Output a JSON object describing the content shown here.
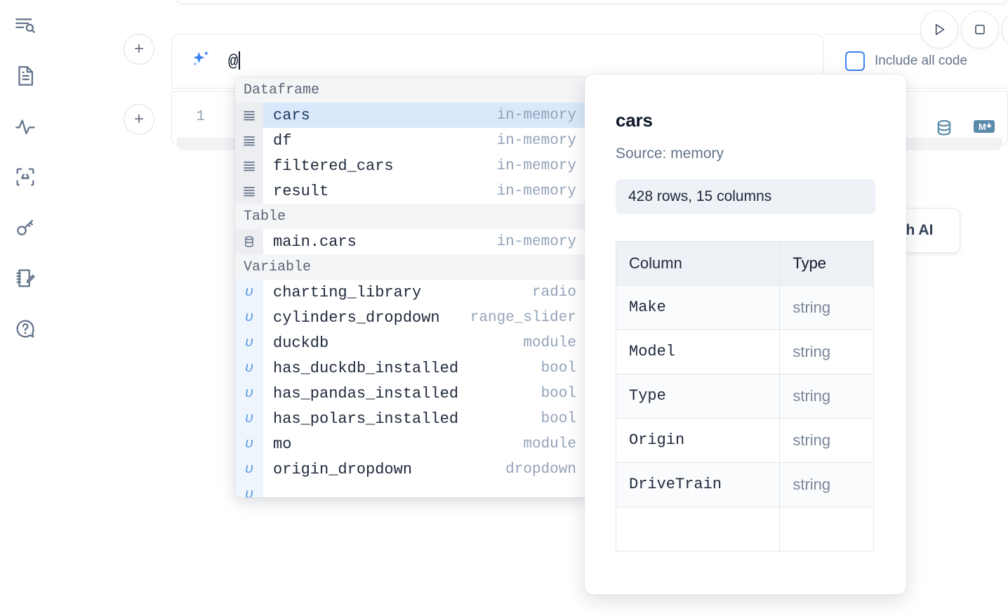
{
  "sidebar": {
    "items": [
      {
        "name": "explore-search-icon",
        "label": "Explore"
      },
      {
        "name": "file-document-icon",
        "label": "Notebook"
      },
      {
        "name": "activity-pulse-icon",
        "label": "Activity"
      },
      {
        "name": "code-brackets-icon",
        "label": "Snippets"
      },
      {
        "name": "key-icon",
        "label": "Secrets"
      },
      {
        "name": "notebook-edit-icon",
        "label": "Scratchpad"
      },
      {
        "name": "help-question-icon",
        "label": "Help"
      }
    ]
  },
  "prompt_row": {
    "add_button_label": "+",
    "ai_icon": "sparkles-icon",
    "input_value": "@",
    "include_all_code_label": "Include all code",
    "include_all_code_checked": false,
    "run_icon": "play-icon",
    "stop_icon": "stop-icon",
    "more_icon": "more-icon"
  },
  "code_cell": {
    "line_number": "1",
    "database_icon": "database-icon",
    "markdown_icon": "markdown-icon"
  },
  "floating_button": {
    "label": "h AI"
  },
  "autocomplete": {
    "sections": [
      {
        "label": "Dataframe",
        "icon": "dataframe-icon",
        "kind": "dataframe",
        "items": [
          {
            "name": "cars",
            "type": "in-memory",
            "selected": true
          },
          {
            "name": "df",
            "type": "in-memory",
            "selected": false
          },
          {
            "name": "filtered_cars",
            "type": "in-memory",
            "selected": false
          },
          {
            "name": "result",
            "type": "in-memory",
            "selected": false
          }
        ]
      },
      {
        "label": "Table",
        "icon": "table-database-icon",
        "kind": "table",
        "items": [
          {
            "name": "main.cars",
            "type": "in-memory",
            "selected": false
          }
        ]
      },
      {
        "label": "Variable",
        "icon": "variable-icon",
        "kind": "variable",
        "items": [
          {
            "name": "charting_library",
            "type": "radio",
            "selected": false
          },
          {
            "name": "cylinders_dropdown",
            "type": "range_slider",
            "selected": false
          },
          {
            "name": "duckdb",
            "type": "module",
            "selected": false
          },
          {
            "name": "has_duckdb_installed",
            "type": "bool",
            "selected": false
          },
          {
            "name": "has_pandas_installed",
            "type": "bool",
            "selected": false
          },
          {
            "name": "has_polars_installed",
            "type": "bool",
            "selected": false
          },
          {
            "name": "mo",
            "type": "module",
            "selected": false
          },
          {
            "name": "origin_dropdown",
            "type": "dropdown",
            "selected": false
          }
        ]
      }
    ]
  },
  "info_panel": {
    "title": "cars",
    "source": "Source: memory",
    "shape": "428 rows, 15 columns",
    "table": {
      "headers": [
        "Column",
        "Type"
      ],
      "rows": [
        {
          "column": "Make",
          "type": "string"
        },
        {
          "column": "Model",
          "type": "string"
        },
        {
          "column": "Type",
          "type": "string"
        },
        {
          "column": "Origin",
          "type": "string"
        },
        {
          "column": "DriveTrain",
          "type": "string"
        }
      ]
    }
  },
  "colors": {
    "accent_blue": "#3b82f6",
    "selection_blue": "#d9e9fb",
    "icon_steel": "#5b8bab",
    "muted_text": "#94a3b8"
  }
}
